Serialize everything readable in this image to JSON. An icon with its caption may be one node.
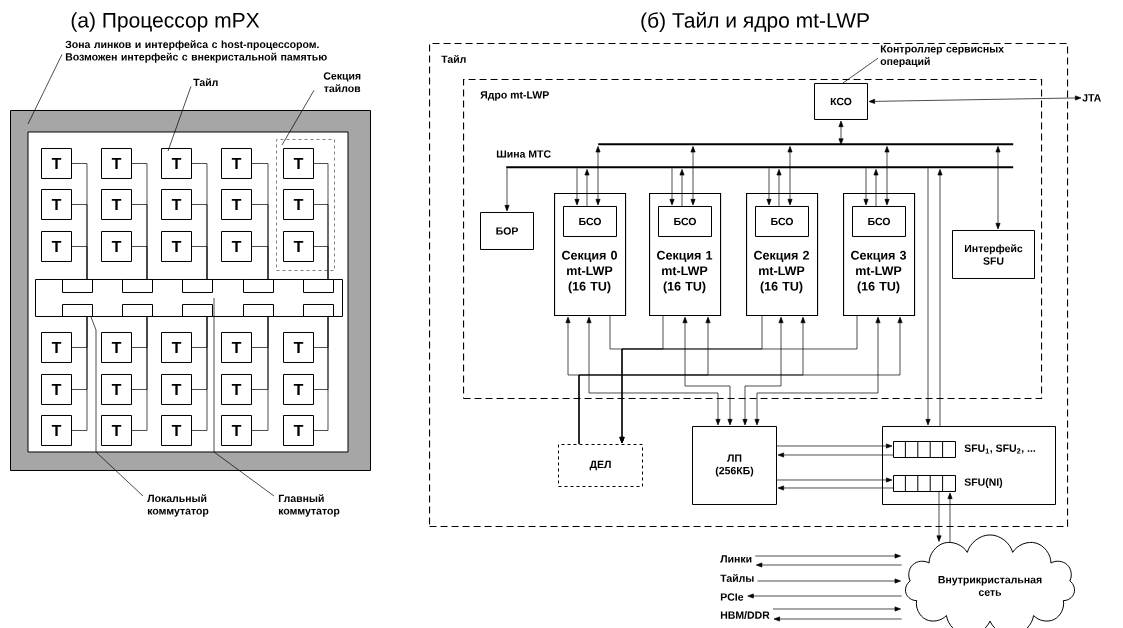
{
  "diagram": {
    "nodes": [
      {
        "text": [
          "Зона линков и интерфейса с host-процессором. Возможен интерфейс с внекристальной памятью"
        ]
      },
      {
        "text": [],
        "shape": "box"
      },
      {
        "text": [
          "Тайл"
        ]
      },
      {
        "text": [
          "Секция тайлов"
        ]
      },
      {
        "text": [],
        "shape": "box",
        "in": 1
      },
      {
        "text": [
          "Т"
        ],
        "in": 1
      },
      {
        "text": [
          "Т"
        ],
        "in": 1
      },
      {
        "text": [
          "Т"
        ],
        "in": 1
      },
      {
        "text": [
          "Т"
        ],
        "in": 1
      },
      {
        "text": [
          "Т"
        ],
        "in": 4
      },
      {
        "text": [
          "Т"
        ],
        "in": 1
      },
      {
        "text": [
          "Т"
        ],
        "in": 1
      },
      {
        "text": [
          "Т"
        ],
        "in": 1
      },
      {
        "text": [
          "Т"
        ],
        "in": 1
      },
      {
        "text": [
          "Т"
        ],
        "in": 4
      },
      {
        "text": [
          "Т"
        ],
        "in": 1
      },
      {
        "text": [
          "Т"
        ],
        "in": 1
      },
      {
        "text": [
          "Т"
        ],
        "in": 1
      },
      {
        "text": [
          "Т"
        ],
        "in": 1
      },
      {
        "text": [
          "Т"
        ],
        "in": 4
      },
      {
        "text": [],
        "shape": "box",
        "in": 1
      },
      {
        "text": [],
        "shape": "box",
        "in": 20
      },
      {
        "text": [],
        "shape": "box",
        "in": 20
      },
      {
        "text": [],
        "shape": "box",
        "in": 20
      },
      {
        "text": [],
        "shape": "box",
        "in": 20
      },
      {
        "text": [],
        "shape": "box",
        "in": 20
      },
      {
        "text": [],
        "shape": "box",
        "in": 20
      },
      {
        "text": [],
        "shape": "box",
        "in": 20
      },
      {
        "text": [],
        "shape": "box",
        "in": 20
      },
      {
        "text": [],
        "shape": "box",
        "in": 20
      },
      {
        "text": [],
        "shape": "box",
        "in": 20
      },
      {
        "text": [
          "Т"
        ],
        "in": 1
      },
      {
        "text": [
          "Т"
        ],
        "in": 1
      },
      {
        "text": [
          "Т"
        ],
        "in": 1
      },
      {
        "text": [
          "Т"
        ],
        "in": 1
      },
      {
        "text": [
          "Т"
        ],
        "in": 1
      },
      {
        "text": [
          "Т"
        ],
        "in": 1
      },
      {
        "text": [
          "Т"
        ],
        "in": 1
      },
      {
        "text": [
          "Т"
        ],
        "in": 1
      },
      {
        "text": [
          "Т"
        ],
        "in": 1
      },
      {
        "text": [
          "Т"
        ],
        "in": 1
      },
      {
        "text": [
          "Т"
        ],
        "in": 1
      },
      {
        "text": [
          "Т"
        ],
        "in": 1
      },
      {
        "text": [
          "Т"
        ],
        "in": 1
      },
      {
        "text": [
          "Т"
        ],
        "in": 1
      },
      {
        "text": [
          "Т"
        ],
        "in": 1
      },
      {
        "text": [
          "Локальный коммутатор"
        ]
      },
      {
        "text": [
          "Главный коммутатор"
        ]
      },
      {
        "text": [
          "Тайл"
        ]
      },
      {
        "text": [
          "Ядро mt-LWP"
        ],
        "in": 48
      },
      {
        "text": [
          "Контроллер сервисных операций"
        ],
        "in": 48
      },
      {
        "text": [
          "КСО"
        ],
        "in": 49
      },
      {
        "text": [],
        "shape": "bar",
        "in": 49
      },
      {
        "text": [
          "Шина МТС"
        ],
        "in": 49
      },
      {
        "text": [
          "БОР"
        ],
        "in": 49
      },
      {
        "text": [
          "Секция 0 mt-LWP (16 TU)"
        ],
        "in": 49
      },
      {
        "text": [
          "БСО"
        ],
        "in": 55
      },
      {
        "text": [
          "Секция 1 mt-LWP (16 TU)"
        ],
        "in": 49
      },
      {
        "text": [
          "БСО"
        ],
        "in": 57
      },
      {
        "text": [
          "Секция 2 mt-LWP (16 TU)"
        ],
        "in": 49
      },
      {
        "text": [
          "БСО"
        ],
        "in": 59
      },
      {
        "text": [
          "Секция 3 mt-LWP (16 TU)"
        ],
        "in": 49
      },
      {
        "text": [
          "БСО"
        ],
        "in": 61
      },
      {
        "text": [
          "Интерфейс SFU"
        ],
        "in": 49
      },
      {
        "text": [
          "ДЕЛ"
        ],
        "in": 48
      },
      {
        "text": [
          "ЛП (256КБ)"
        ],
        "in": 48
      },
      {
        "text": [],
        "shape": "box",
        "in": 48
      },
      {
        "text": [],
        "shape": "box",
        "in": 66,
        "beside": [
          "SFU$_{1}$, SFU$_{2}$, ..."
        ]
      },
      {
        "text": [],
        "shape": "box",
        "in": 66,
        "beside": [
          "SFU(NI)"
        ]
      },
      {
        "text": [
          "Внутрикристальная сеть"
        ]
      },
      {
        "text": [
          "JTA"
        ]
      },
      {
        "text": [
          "Линки"
        ]
      },
      {
        "text": [
          "Тайлы"
        ]
      },
      {
        "text": [
          "PCIe"
        ]
      },
      {
        "text": [
          "HBM/DDR"
        ]
      }
    ],
    "edges": [
      {
        "from": 0,
        "to": 1,
        "arrow": "none"
      },
      {
        "from": 2,
        "to": 7,
        "arrow": "none"
      },
      {
        "from": 3,
        "to": 4,
        "arrow": "none"
      },
      {
        "from": 5,
        "to": 21,
        "arrow": "none"
      },
      {
        "from": 10,
        "to": 21,
        "arrow": "none"
      },
      {
        "from": 15,
        "to": 21,
        "arrow": "none"
      },
      {
        "from": 6,
        "to": 22,
        "arrow": "none"
      },
      {
        "from": 11,
        "to": 22,
        "arrow": "none"
      },
      {
        "from": 16,
        "to": 22,
        "arrow": "none"
      },
      {
        "from": 7,
        "to": 23,
        "arrow": "none"
      },
      {
        "from": 12,
        "to": 23,
        "arrow": "none"
      },
      {
        "from": 17,
        "to": 23,
        "arrow": "none"
      },
      {
        "from": 8,
        "to": 24,
        "arrow": "none"
      },
      {
        "from": 13,
        "to": 24,
        "arrow": "none"
      },
      {
        "from": 18,
        "to": 24,
        "arrow": "none"
      },
      {
        "from": 9,
        "to": 25,
        "arrow": "none"
      },
      {
        "from": 14,
        "to": 25,
        "arrow": "none"
      },
      {
        "from": 19,
        "to": 25,
        "arrow": "none"
      },
      {
        "from": 31,
        "to": 26,
        "arrow": "none"
      },
      {
        "from": 36,
        "to": 26,
        "arrow": "none"
      },
      {
        "from": 41,
        "to": 26,
        "arrow": "none"
      },
      {
        "from": 32,
        "to": 27,
        "arrow": "none"
      },
      {
        "from": 37,
        "to": 27,
        "arrow": "none"
      },
      {
        "from": 42,
        "to": 27,
        "arrow": "none"
      },
      {
        "from": 33,
        "to": 28,
        "arrow": "none"
      },
      {
        "from": 38,
        "to": 28,
        "arrow": "none"
      },
      {
        "from": 43,
        "to": 28,
        "arrow": "none"
      },
      {
        "from": 34,
        "to": 29,
        "arrow": "none"
      },
      {
        "from": 39,
        "to": 29,
        "arrow": "none"
      },
      {
        "from": 44,
        "to": 29,
        "arrow": "none"
      },
      {
        "from": 35,
        "to": 30,
        "arrow": "none"
      },
      {
        "from": 40,
        "to": 30,
        "arrow": "none"
      },
      {
        "from": 45,
        "to": 30,
        "arrow": "none"
      },
      {
        "from": 46,
        "to": 26,
        "arrow": "none"
      },
      {
        "from": 47,
        "to": 20,
        "arrow": "none"
      },
      {
        "from": 50,
        "to": 51,
        "arrow": "none"
      },
      {
        "from": 51,
        "to": 70,
        "arrow": "both"
      },
      {
        "from": 51,
        "to": 52,
        "arrow": "both"
      },
      {
        "from": 53,
        "to": 54,
        "arrow": "to"
      },
      {
        "from": 53,
        "to": 56,
        "arrow": "to"
      },
      {
        "from": 56,
        "to": 53,
        "arrow": "to"
      },
      {
        "from": 56,
        "to": 52,
        "arrow": "both"
      },
      {
        "from": 53,
        "to": 58,
        "arrow": "to"
      },
      {
        "from": 58,
        "to": 53,
        "arrow": "to"
      },
      {
        "from": 58,
        "to": 52,
        "arrow": "both"
      },
      {
        "from": 53,
        "to": 60,
        "arrow": "to"
      },
      {
        "from": 60,
        "to": 53,
        "arrow": "to"
      },
      {
        "from": 60,
        "to": 52,
        "arrow": "both"
      },
      {
        "from": 53,
        "to": 62,
        "arrow": "to"
      },
      {
        "from": 62,
        "to": 53,
        "arrow": "to"
      },
      {
        "from": 62,
        "to": 52,
        "arrow": "both"
      },
      {
        "from": 53,
        "to": 66,
        "arrow": "to"
      },
      {
        "from": 66,
        "to": 53,
        "arrow": "to"
      },
      {
        "from": 52,
        "to": 63,
        "arrow": "both"
      },
      {
        "from": 55,
        "to": 64,
        "arrow": "to"
      },
      {
        "from": 57,
        "to": 64,
        "arrow": "to"
      },
      {
        "from": 59,
        "to": 64,
        "arrow": "to"
      },
      {
        "from": 61,
        "to": 64,
        "arrow": "to"
      },
      {
        "from": 64,
        "to": 55,
        "arrow": "to"
      },
      {
        "from": 64,
        "to": 57,
        "arrow": "to"
      },
      {
        "from": 64,
        "to": 59,
        "arrow": "to"
      },
      {
        "from": 64,
        "to": 61,
        "arrow": "to"
      },
      {
        "from": 55,
        "to": 65,
        "arrow": "both"
      },
      {
        "from": 57,
        "to": 65,
        "arrow": "both"
      },
      {
        "from": 59,
        "to": 65,
        "arrow": "both"
      },
      {
        "from": 61,
        "to": 65,
        "arrow": "both"
      },
      {
        "from": 65,
        "to": 67,
        "arrow": "to"
      },
      {
        "from": 67,
        "to": 65,
        "arrow": "to"
      },
      {
        "from": 65,
        "to": 68,
        "arrow": "to"
      },
      {
        "from": 68,
        "to": 65,
        "arrow": "to"
      },
      {
        "from": 68,
        "to": 69,
        "arrow": "to"
      },
      {
        "from": 69,
        "to": 68,
        "arrow": "to"
      },
      {
        "from": 71,
        "to": 69,
        "arrow": "to"
      },
      {
        "from": 69,
        "to": 71,
        "arrow": "to"
      },
      {
        "from": 72,
        "to": 69,
        "arrow": "to"
      },
      {
        "from": 69,
        "to": 73,
        "arrow": "to"
      },
      {
        "from": 74,
        "to": 69,
        "arrow": "to"
      },
      {
        "from": 69,
        "to": 74,
        "arrow": "to"
      }
    ],
    "labels": [
      "(а) Процессор mPX",
      "(б) Тайл и ядро mt-LWP"
    ]
  }
}
